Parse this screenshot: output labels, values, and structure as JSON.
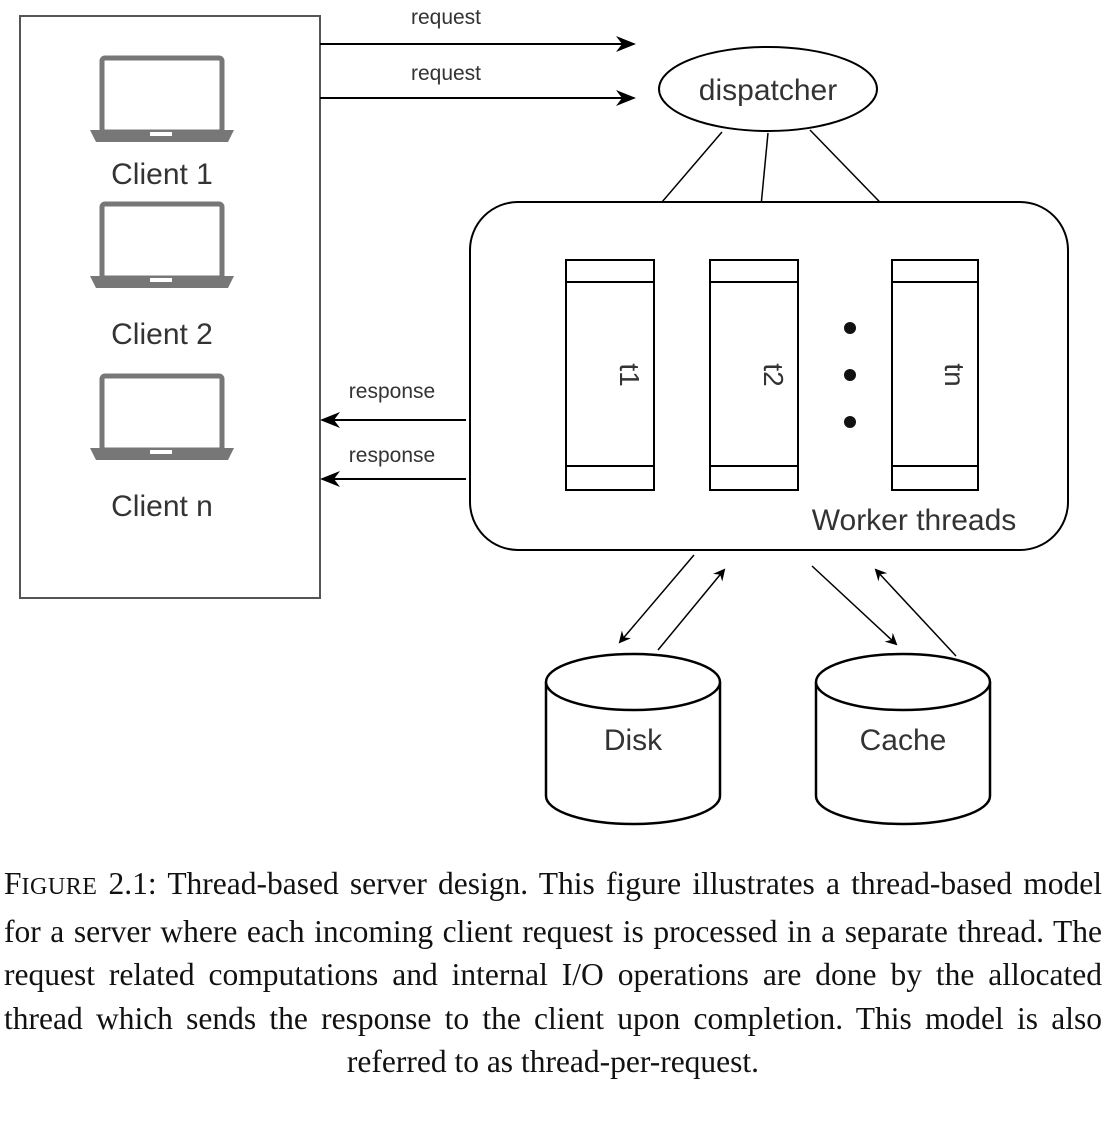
{
  "clients": [
    {
      "label": "Client 1",
      "icon": "laptop-icon"
    },
    {
      "label": "Client 2",
      "icon": "laptop-icon"
    },
    {
      "label": "Client n",
      "icon": "laptop-icon"
    }
  ],
  "arrows": {
    "request_labels": [
      "request",
      "request"
    ],
    "response_labels": [
      "response",
      "response"
    ]
  },
  "dispatcher": {
    "label": "dispatcher"
  },
  "worker_pool": {
    "label": "Worker threads",
    "threads": [
      "t1",
      "t2",
      "tn"
    ]
  },
  "storage": {
    "disk": "Disk",
    "cache": "Cache"
  },
  "caption": {
    "label_first": "F",
    "label_rest": "IGURE",
    "number": "2.1:",
    "text": "Thread-based server design.  This figure illustrates a thread-based model for a server where each incoming client request is processed in a separate thread. The request related computations and internal I/O operations are done by the allocated thread which sends the response to the client upon completion. This model is also referred to as thread-per-request."
  }
}
